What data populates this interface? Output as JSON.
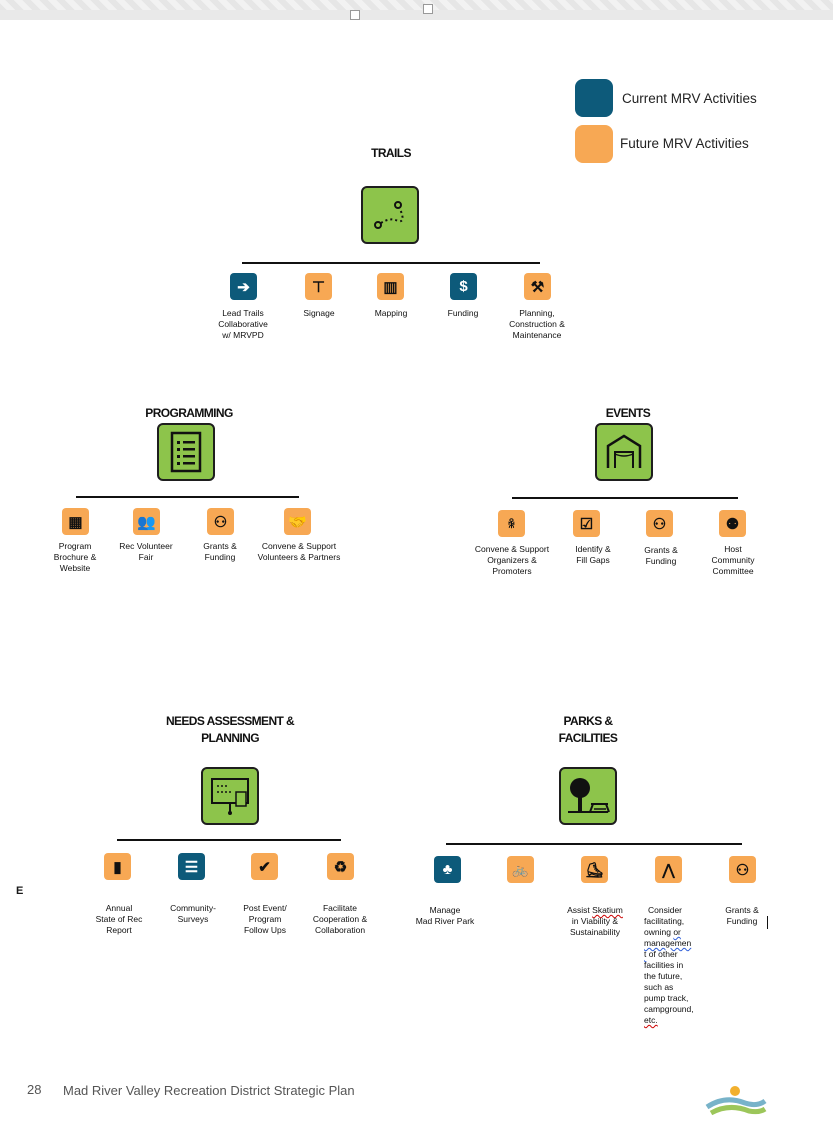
{
  "legend": {
    "current": {
      "label": "Current MRV Activities",
      "color": "#0d5a7a"
    },
    "future": {
      "label": "Future MRV Activities",
      "color": "#f7a854"
    }
  },
  "trails": {
    "title": "TRAILS",
    "items": [
      {
        "label": "Lead Trails\nCollaborative\nw/ MRVPD",
        "status": "current",
        "icon": "arrow-icon"
      },
      {
        "label": "Signage",
        "status": "future",
        "icon": "signpost-icon"
      },
      {
        "label": "Mapping",
        "status": "future",
        "icon": "map-icon"
      },
      {
        "label": "Funding",
        "status": "current",
        "icon": "dollar-icon"
      },
      {
        "label": "Planning,\nConstruction &\nMaintenance",
        "status": "future",
        "icon": "hammer-icon"
      }
    ]
  },
  "programming": {
    "title": "PROGRAMMING",
    "items": [
      {
        "label": "Program\nBrochure &\nWebsite",
        "status": "future",
        "icon": "brochure-icon"
      },
      {
        "label": "Rec Volunteer\nFair",
        "status": "future",
        "icon": "people-icon"
      },
      {
        "label": "Grants &\nFunding",
        "status": "future",
        "icon": "group-icon"
      },
      {
        "label": "Convene & Support\nVolunteers & Partners",
        "status": "future",
        "icon": "handshake-icon"
      }
    ]
  },
  "events": {
    "title": "EVENTS",
    "items": [
      {
        "label": "Convene & Support\nOrganizers &\nPromoters",
        "status": "future",
        "icon": "crowd-icon"
      },
      {
        "label": "Identify &\nFill Gaps",
        "status": "future",
        "icon": "calendar-check-icon"
      },
      {
        "label": "Grants &\nFunding",
        "status": "future",
        "icon": "group-icon"
      },
      {
        "label": "Host\nCommunity\nCommittee",
        "status": "future",
        "icon": "committee-icon"
      }
    ]
  },
  "needs": {
    "title_line1": "NEEDS ASSESSMENT &",
    "title_line2": "PLANNING",
    "items": [
      {
        "label": "Annual\nState of Rec\nReport",
        "status": "future",
        "icon": "report-icon"
      },
      {
        "label": "Community-\nSurveys",
        "status": "current",
        "icon": "survey-icon"
      },
      {
        "label": "Post Event/\nProgram\nFollow Ups",
        "status": "future",
        "icon": "checkmark-icon"
      },
      {
        "label": "Facilitate\nCooperation &\nCollaboration",
        "status": "future",
        "icon": "cycle-icon"
      }
    ]
  },
  "parks": {
    "title_line1": "PARKS &",
    "title_line2": "FACILITIES",
    "items": [
      {
        "label": "Manage\nMad River Park",
        "status": "current",
        "icon": "park-icon"
      },
      {
        "label": "",
        "status": "future",
        "icon": "bike-icon"
      },
      {
        "label_pre": "Assist ",
        "label_squig": "Skatium",
        "label_post": "\nin Viability &\nSustainability",
        "status": "future",
        "icon": "skate-icon"
      },
      {
        "status": "future",
        "icon": "tent-icon"
      },
      {
        "label": "Grants &\nFunding",
        "status": "future",
        "icon": "group-icon"
      }
    ],
    "consider_text": {
      "l1": "Consider",
      "l2a": "facilitating,",
      "l3a": "owning ",
      "l3b": "or",
      "l4": "managemen",
      "l5a": "t",
      "l5b": " of other",
      "l6": "facilities in",
      "l7": "the future,",
      "l8": "such as",
      "l9": "pump track,",
      "l10": "campground,",
      "l11": "etc."
    }
  },
  "side_letter": "E",
  "footer": {
    "page_number": "28",
    "title": "Mad River Valley Recreation District Strategic Plan"
  }
}
